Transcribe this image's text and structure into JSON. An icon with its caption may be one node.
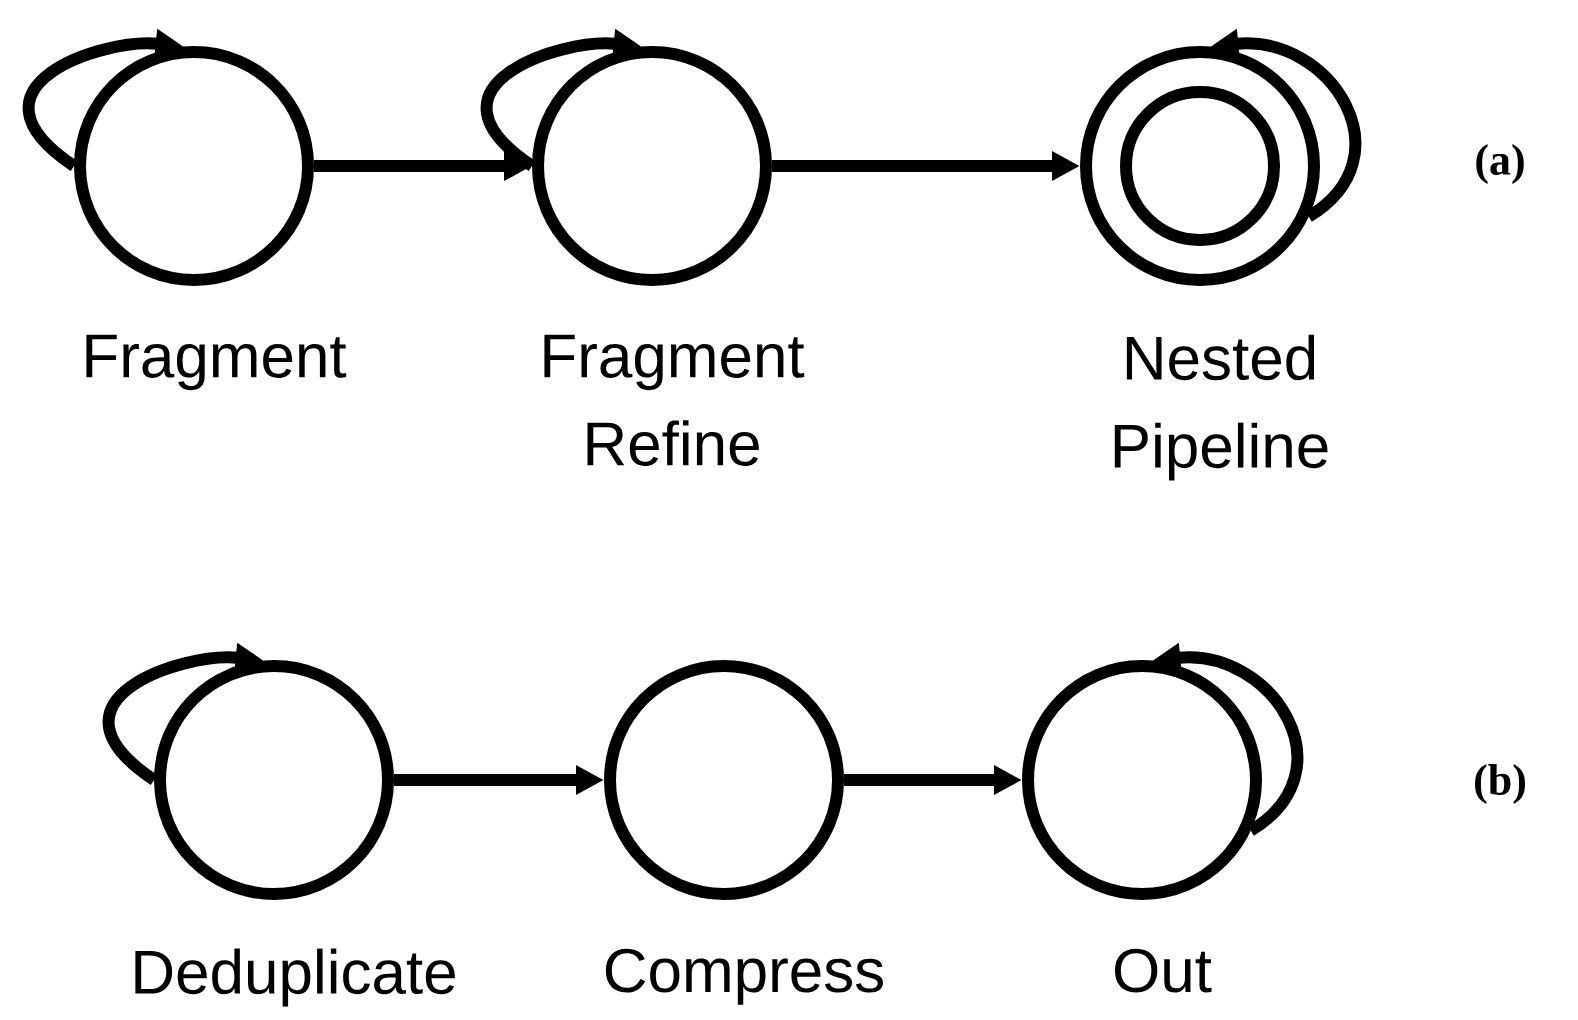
{
  "diagram": {
    "nodes": [
      {
        "text": [
          "Fragment"
        ]
      },
      {
        "text": [
          "Fragment Refine"
        ]
      },
      {
        "text": [
          "Nested Pipeline"
        ]
      },
      {
        "text": [
          "Deduplicate"
        ]
      },
      {
        "text": [
          "Compress"
        ]
      },
      {
        "text": [
          "Out"
        ]
      }
    ],
    "edges": [
      {
        "from": 0,
        "to": 0,
        "arrow": "to"
      },
      {
        "from": 0,
        "to": 1,
        "arrow": "to"
      },
      {
        "from": 1,
        "to": 1,
        "arrow": "to"
      },
      {
        "from": 1,
        "to": 2,
        "arrow": "to"
      },
      {
        "from": 2,
        "to": 2,
        "arrow": "to"
      },
      {
        "from": 3,
        "to": 3,
        "arrow": "to"
      },
      {
        "from": 3,
        "to": 4,
        "arrow": "to"
      },
      {
        "from": 4,
        "to": 5,
        "arrow": "to"
      },
      {
        "from": 5,
        "to": 5,
        "arrow": "to"
      }
    ],
    "labels": [
      "(a)",
      "(b)"
    ]
  }
}
